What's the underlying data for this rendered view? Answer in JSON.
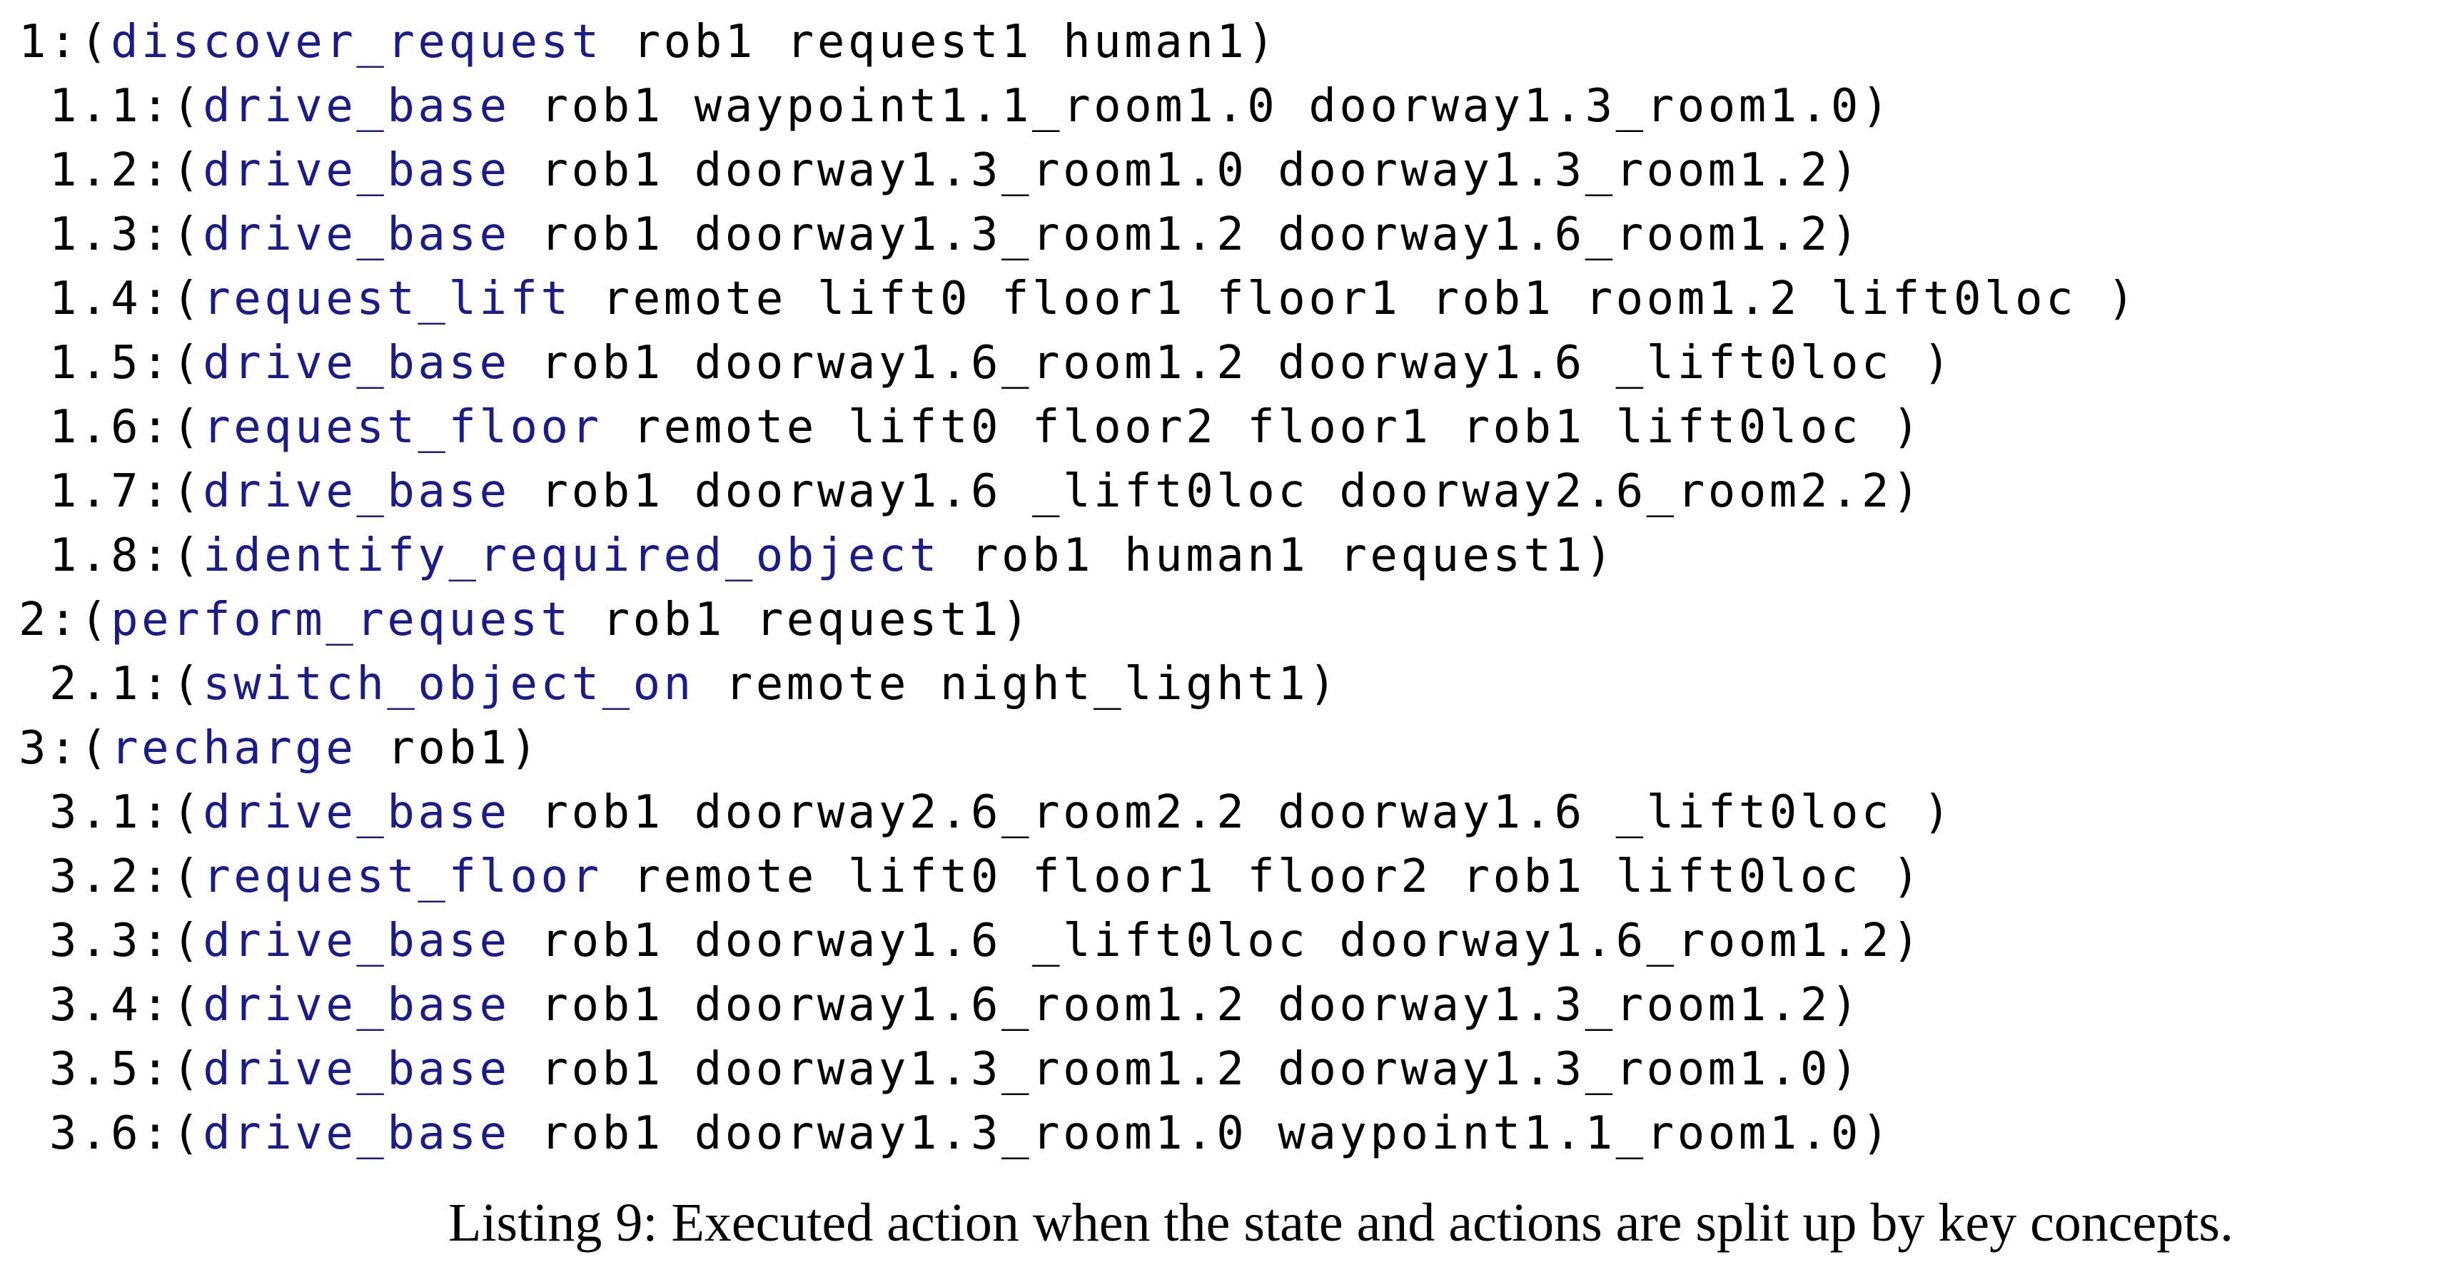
{
  "listing": {
    "keyword_color": "#1b1b8a",
    "text_color": "#000000",
    "lines": [
      {
        "prefix": "1:(",
        "keyword": "discover_request",
        "rest": " rob1 request1 human1)"
      },
      {
        "prefix": " 1.1:(",
        "keyword": "drive_base",
        "rest": " rob1 waypoint1.1_room1.0 doorway1.3_room1.0)"
      },
      {
        "prefix": " 1.2:(",
        "keyword": "drive_base",
        "rest": " rob1 doorway1.3_room1.0 doorway1.3_room1.2)"
      },
      {
        "prefix": " 1.3:(",
        "keyword": "drive_base",
        "rest": " rob1 doorway1.3_room1.2 doorway1.6_room1.2)"
      },
      {
        "prefix": " 1.4:(",
        "keyword": "request_lift",
        "rest": " remote lift0 floor1 floor1 rob1 room1.2 lift0loc )"
      },
      {
        "prefix": " 1.5:(",
        "keyword": "drive_base",
        "rest": " rob1 doorway1.6_room1.2 doorway1.6 _lift0loc )"
      },
      {
        "prefix": " 1.6:(",
        "keyword": "request_floor",
        "rest": " remote lift0 floor2 floor1 rob1 lift0loc )"
      },
      {
        "prefix": " 1.7:(",
        "keyword": "drive_base",
        "rest": " rob1 doorway1.6 _lift0loc doorway2.6_room2.2)"
      },
      {
        "prefix": " 1.8:(",
        "keyword": "identify_required_object",
        "rest": " rob1 human1 request1)"
      },
      {
        "prefix": "2:(",
        "keyword": "perform_request",
        "rest": " rob1 request1)"
      },
      {
        "prefix": " 2.1:(",
        "keyword": "switch_object_on",
        "rest": " remote night_light1)"
      },
      {
        "prefix": "3:(",
        "keyword": "recharge",
        "rest": " rob1)"
      },
      {
        "prefix": " 3.1:(",
        "keyword": "drive_base",
        "rest": " rob1 doorway2.6_room2.2 doorway1.6 _lift0loc )"
      },
      {
        "prefix": " 3.2:(",
        "keyword": "request_floor",
        "rest": " remote lift0 floor1 floor2 rob1 lift0loc )"
      },
      {
        "prefix": " 3.3:(",
        "keyword": "drive_base",
        "rest": " rob1 doorway1.6 _lift0loc doorway1.6_room1.2)"
      },
      {
        "prefix": " 3.4:(",
        "keyword": "drive_base",
        "rest": " rob1 doorway1.6_room1.2 doorway1.3_room1.2)"
      },
      {
        "prefix": " 3.5:(",
        "keyword": "drive_base",
        "rest": " rob1 doorway1.3_room1.2 doorway1.3_room1.0)"
      },
      {
        "prefix": " 3.6:(",
        "keyword": "drive_base",
        "rest": " rob1 doorway1.3_room1.0 waypoint1.1_room1.0)"
      }
    ]
  },
  "caption": {
    "text": "Listing 9: Executed action when the state and actions are split up by key concepts."
  }
}
